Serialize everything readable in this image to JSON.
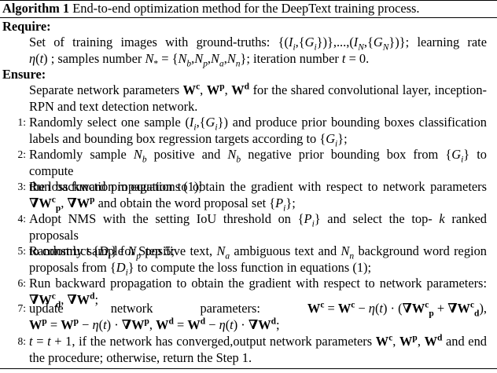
{
  "algorithm": {
    "label": "Algorithm 1",
    "title": "End-to-end optimization method for the DeepText training process."
  },
  "require": {
    "heading": "Require:",
    "line1_a": "Set of training images with ground-truths:",
    "line1_b": "learning rate",
    "line2_a": "samples number",
    "line2_b": "iteration number"
  },
  "ensure": {
    "heading": "Ensure:",
    "line1_a": "Separate network parameters",
    "line1_b": "for the shared convolutional layer, inception-",
    "line2": "RPN and text detection network."
  },
  "steps": [
    {
      "n": "1:",
      "a": "Randomly select one sample",
      "b": "and produce prior bounding boxes classification",
      "c": "labels and bounding box regression targets according to"
    },
    {
      "n": "2:",
      "a": "Randomly sample",
      "b": "positive and",
      "c": "negative prior bounding box from",
      "d": "to compute",
      "e": "the loss function in equations (1);"
    },
    {
      "n": "3:",
      "a": "Run backward propagation to obtain the gradient with respect to network parameters",
      "b": "and obtain the word proposal set"
    },
    {
      "n": "4:",
      "a": "Adopt NMS with the setting IoU threshold on",
      "b": "and select the top-",
      "c": "ranked proposals",
      "d": "to construct",
      "e": "for Step 5;"
    },
    {
      "n": "5:",
      "a": "Randomly sample",
      "b": "positive text,",
      "c": "ambiguous text and",
      "d": "background word region",
      "e": "proposals from",
      "f": "to compute the loss function in equations (1);"
    },
    {
      "n": "6:",
      "a": "Run backward propagation to obtain the gradient with respect to network parameters:"
    },
    {
      "n": "7:",
      "w1": "update",
      "w2": "network",
      "w3": "parameters:"
    },
    {
      "n": "8:",
      "a": "if the network has converged,output network parameters",
      "b": "and end",
      "c": "the procedure; otherwise, return the Step 1."
    }
  ]
}
